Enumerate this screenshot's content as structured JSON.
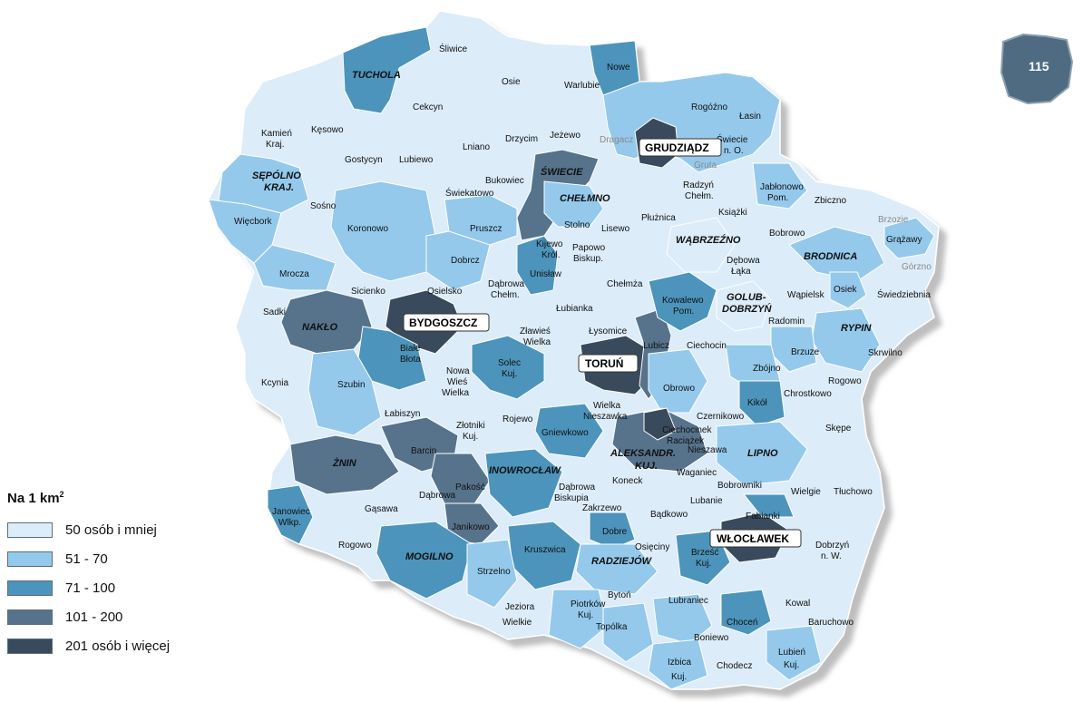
{
  "legend": {
    "title": "Na 1 km",
    "title_sup": "2",
    "items": [
      {
        "label": "50 osób i mniej",
        "color": "#dcecf8"
      },
      {
        "label": "51 - 70",
        "color": "#94c9ec"
      },
      {
        "label": "71 - 100",
        "color": "#4c94bb"
      },
      {
        "label": "101 - 200",
        "color": "#56738b"
      },
      {
        "label": "201 osób i więcej",
        "color": "#394a5c"
      }
    ]
  },
  "badge": {
    "label": "115",
    "color": "#4e6b82"
  },
  "cities_boxed": {
    "grudziadz": "GRUDZIĄDZ",
    "bydgoszcz": "BYDGOSZCZ",
    "torun": "TORUŃ",
    "wloclawek": "WŁOCŁAWEK"
  },
  "cities": {
    "tuchola": "TUCHOLA",
    "sepolno": "SĘPÓLNO",
    "kraj": "KRAJ.",
    "swiecie": "ŚWIECIE",
    "chelmno": "CHEŁMNO",
    "wabrzezno": "WĄBRZEŹNO",
    "brodnica": "BRODNICA",
    "golub": "GOLUB-",
    "dobrzyn": "DOBRZYŃ",
    "rypin": "RYPIN",
    "naklo": "NAKŁO",
    "znin": "ŻNIN",
    "inowroclaw": "INOWROCŁAW",
    "aleksandrow": "ALEKSANDR.",
    "kuj": "KUJ.",
    "lipno": "LIPNO",
    "mogilno": "MOGILNO",
    "radziejow": "RADZIEJÓW"
  },
  "gminy": {
    "sliwice": "Śliwice",
    "osie": "Osie",
    "warlubie": "Warlubie",
    "nowe": "Nowe",
    "cekcyn": "Cekcyn",
    "rogozno": "Rogóźno",
    "lasin": "Łasin",
    "kamien": "Kamień",
    "kamien2": "Kraj.",
    "kesowo": "Kęsowo",
    "gostycyn": "Gostycyn",
    "lubiewo": "Lubiewo",
    "lniano": "Lniano",
    "drzycim": "Drzycim",
    "jezewo": "Jeżewo",
    "dragacz": "Dragacz",
    "swiecie_no": "Świecie",
    "swiecie_no2": "n. O.",
    "gruta": "Gruta",
    "swiekatowo": "Świekatowo",
    "bukowiec": "Bukowiec",
    "radzyn": "Radzyń",
    "radzyn2": "Chełm.",
    "jablonowo": "Jabłonowo",
    "jablonowo2": "Pom.",
    "sosno": "Sośno",
    "wiecbork": "Więcbork",
    "koronowo": "Koronowo",
    "pruszcz": "Pruszcz",
    "stolno": "Stolno",
    "lisewo": "Lisewo",
    "pluznica": "Płużnica",
    "ksiazki": "Książki",
    "zbiczno": "Zbiczno",
    "brzozie": "Brzozie",
    "bobrowo": "Bobrowo",
    "grazawy": "Grążawy",
    "kijewo": "Kijewo",
    "kijewo2": "Król.",
    "papowo": "Papowo",
    "papowo2": "Biskup.",
    "dobrcz": "Dobrcz",
    "mrocza": "Mrocza",
    "debowa": "Dębowa",
    "debowa2": "Łąka",
    "gorzno": "Górzno",
    "unislaw": "Unisław",
    "chelmza": "Chełmża",
    "dabrowa_ch": "Dąbrowa",
    "dabrowa_ch2": "Chełm.",
    "osielsko": "Osielsko",
    "sicienko": "Sicienko",
    "sadki": "Sadki",
    "wapielsk": "Wąpielsk",
    "osiek": "Osiek",
    "swiedziebnia": "Świedziebnia",
    "lubianka": "Łubianka",
    "kowalewo": "Kowalewo",
    "kowalewo2": "Pom.",
    "radomin": "Radomin",
    "lysomice": "Łysomice",
    "zlawies": "Zławieś",
    "zlawies2": "Wielka",
    "biale_blota": "Białe",
    "biale_blota2": "Błota",
    "lubicz": "Lubicz",
    "ciechocin": "Ciechocin",
    "brzuze": "Brzuze",
    "skrwilno": "Skrwilno",
    "kcynia": "Kcynia",
    "szubin": "Szubin",
    "nowa_wies": "Nowa",
    "nowa_wies2": "Wieś",
    "nowa_wies3": "Wielka",
    "solec": "Solec",
    "solec2": "Kuj.",
    "zbojno": "Zbójno",
    "rogowo_n": "Rogowo",
    "obrowo": "Obrowo",
    "chrostkowo": "Chrostkowo",
    "wielka_nieszawka": "Wielka",
    "wielka_nieszawka2": "Nieszawka",
    "czernikowo": "Czernikowo",
    "kikol": "Kikół",
    "labiszyn": "Łabiszyn",
    "zlotniki": "Złotniki",
    "zlotniki2": "Kuj.",
    "rojewo": "Rojewo",
    "gniewkowo": "Gniewkowo",
    "ciechocinek": "Ciechocinek",
    "raciazek": "Raciążek",
    "nieszawa": "Nieszawa",
    "skepe": "Skępe",
    "barcin": "Barcin",
    "koneck": "Koneck",
    "waganiec": "Waganiec",
    "pakosc": "Pakość",
    "dabrowa_b": "Dąbrowa",
    "dabrowa_b2": "Biskupia",
    "bobrowniki": "Bobrowniki",
    "wielgie": "Wielgie",
    "tluchowo": "Tłuchowo",
    "dabrowa_m": "Dąbrowa",
    "gasawa": "Gąsawa",
    "janowiec": "Janowiec",
    "janowiec2": "Wlkp.",
    "zakrzewo": "Zakrzewo",
    "lubanie": "Lubanie",
    "badkowo": "Bądkowo",
    "fabianki": "Fabianki",
    "janikowo": "Janikowo",
    "dobre": "Dobre",
    "dobrzyn_nw": "Dobrzyń",
    "dobrzyn_nw2": "n. W.",
    "rogowo_s": "Rogowo",
    "kruszwica": "Kruszwica",
    "osieciny": "Osięciny",
    "brzesc": "Brześć",
    "brzesc2": "Kuj.",
    "strzelno": "Strzelno",
    "bytoń": "Bytoń",
    "lubraniec": "Lubraniec",
    "kowal": "Kowal",
    "piotrkow": "Piotrków",
    "piotrkow2": "Kuj.",
    "chocen": "Choceń",
    "baruchowo": "Baruchowo",
    "jeziora": "Jeziora",
    "jeziora2": "Wielkie",
    "topolka": "Topólka",
    "boniewo": "Boniewo",
    "lubien": "Lubień",
    "lubien2": "Kuj.",
    "chodecz": "Chodecz",
    "izbica": "Izbica",
    "izbica2": "Kuj."
  }
}
